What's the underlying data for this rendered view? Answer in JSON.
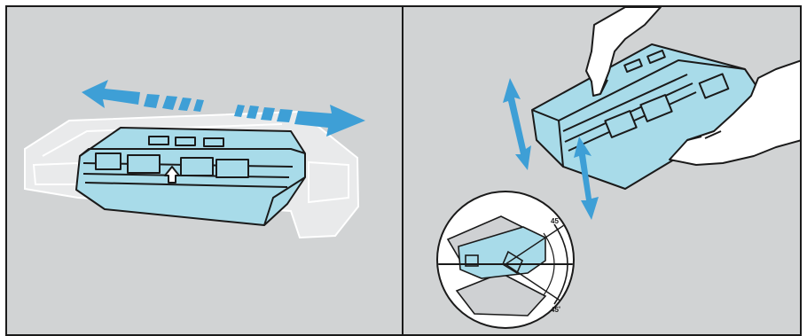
{
  "panels": [
    {
      "id": "shake-left-right",
      "caption": ""
    },
    {
      "id": "tilt-up-down",
      "caption": ""
    }
  ],
  "inset": {
    "angle_top": "45˚",
    "angle_bottom": "45˚"
  },
  "colors": {
    "background_gray": "#d1d3d4",
    "cartridge_blue": "#a8dbe9",
    "arrow_blue": "#3e9fd6",
    "outline": "#1a1a1a",
    "ghost_printer": "#e6e7e8"
  },
  "icons": [
    "double-arrow-horizontal-icon",
    "double-arrow-vertical-icon",
    "hands-icon",
    "angle-gauge-icon"
  ]
}
